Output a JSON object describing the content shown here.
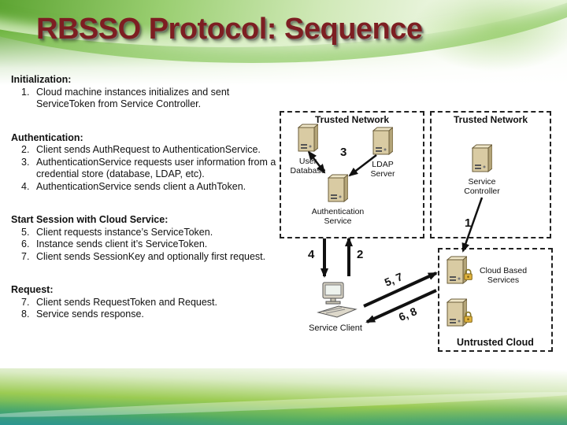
{
  "title": "RBSSO Protocol: Sequence",
  "sections": [
    {
      "heading": "Initialization:",
      "items": [
        {
          "num": "1.",
          "text": "Cloud machine instances initializes and sent ServiceToken from Service Controller."
        }
      ]
    },
    {
      "heading": "Authentication:",
      "items": [
        {
          "num": "2.",
          "text": "Client sends AuthRequest to AuthenticationService."
        },
        {
          "num": "3.",
          "text": "AuthenticationService requests user information from a credential store (database, LDAP, etc)."
        },
        {
          "num": "4.",
          "text": "AuthenticationService sends client a AuthToken."
        }
      ]
    },
    {
      "heading": "Start Session with Cloud Service:",
      "items": [
        {
          "num": "5.",
          "text": "Client requests instance’s ServiceToken."
        },
        {
          "num": "6.",
          "text": "Instance sends client it’s ServiceToken."
        },
        {
          "num": "7.",
          "text": "Client sends SessionKey and  optionally first request."
        }
      ]
    },
    {
      "heading": "Request:",
      "items": [
        {
          "num": "7.",
          "text": "Client sends RequestToken and Request."
        },
        {
          "num": "8.",
          "text": "Service sends response."
        }
      ]
    }
  ],
  "diagram": {
    "trusted_network_1": "Trusted Network",
    "trusted_network_2": "Trusted Network",
    "untrusted_cloud": "Untrusted Cloud",
    "nodes": {
      "user_database": "User Database",
      "ldap_server": "LDAP Server",
      "authentication_service": "Authentication Service",
      "service_controller": "Service Controller",
      "cloud_based_services": "Cloud Based Services",
      "service_client": "Service Client"
    },
    "arrow_labels": {
      "step1": "1",
      "step2": "2",
      "step3": "3",
      "step4": "4",
      "steps57": "5, 7",
      "steps68": "6, 8"
    }
  },
  "colors": {
    "title_red": "#7d1e22",
    "accent_green": "#9bcb52",
    "accent_teal": "#35948b"
  }
}
